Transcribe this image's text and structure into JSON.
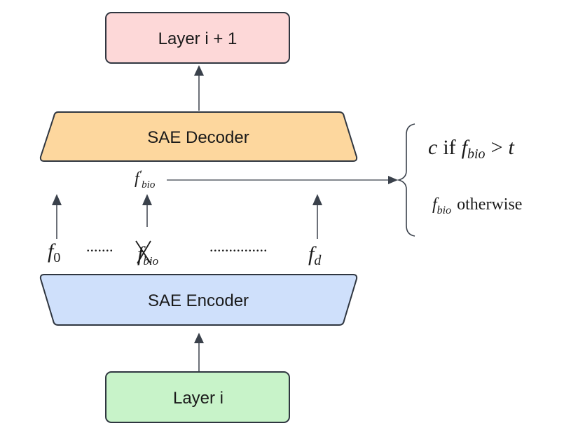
{
  "boxes": {
    "top": {
      "label": "Layer i + 1",
      "fill": "#fdd8d8"
    },
    "decoder": {
      "label": "SAE Decoder",
      "fill": "#fdd79e"
    },
    "encoder": {
      "label": "SAE Encoder",
      "fill": "#cfe0fb"
    },
    "bottom": {
      "label": "Layer i",
      "fill": "#c8f3c9"
    }
  },
  "features": {
    "f0": {
      "base": "f",
      "sub": "0"
    },
    "dots_left": ".......",
    "fbio": {
      "base": "f",
      "sub": "bio"
    },
    "dots_right": "...............",
    "fd": {
      "base": "f",
      "sub": "d"
    },
    "fbio_prime": {
      "base": "f",
      "prime": "′",
      "sub": "bio"
    }
  },
  "cases": {
    "case1": {
      "c": "c",
      "if_word": "if",
      "f": "f",
      "sub": "bio",
      "gt": ">",
      "t": "t"
    },
    "case2": {
      "f": "f",
      "sub": "bio",
      "word": "otherwise"
    }
  },
  "colors": {
    "stroke": "#2f3640",
    "arrow": "#3a414b"
  }
}
